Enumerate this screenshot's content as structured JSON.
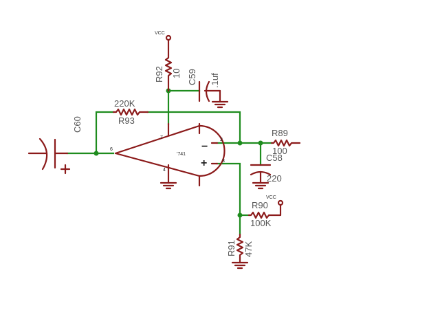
{
  "schematic": {
    "vcc_top": "VCC",
    "vcc_right": "VCC",
    "r92": {
      "name": "R92",
      "value": "10"
    },
    "c59": {
      "name": "C59",
      "value": ".1uf"
    },
    "r93": {
      "name": "R93",
      "value": "220K"
    },
    "c60": {
      "name": "C60"
    },
    "opamp": {
      "part": "'741",
      "minus": "−",
      "plus": "+"
    },
    "pins": {
      "p2": "2",
      "p3": "3",
      "p4": "4",
      "p6": "6",
      "p7": "7"
    },
    "r89": {
      "name": "R89",
      "value": "100"
    },
    "c58": {
      "name": "C58",
      "value": "220"
    },
    "r90": {
      "name": "R90",
      "value": "100K"
    },
    "r91": {
      "name": "R91",
      "value": "47K"
    },
    "colors": {
      "wire": "#1e8c1e",
      "component": "#8b1a1a"
    }
  }
}
